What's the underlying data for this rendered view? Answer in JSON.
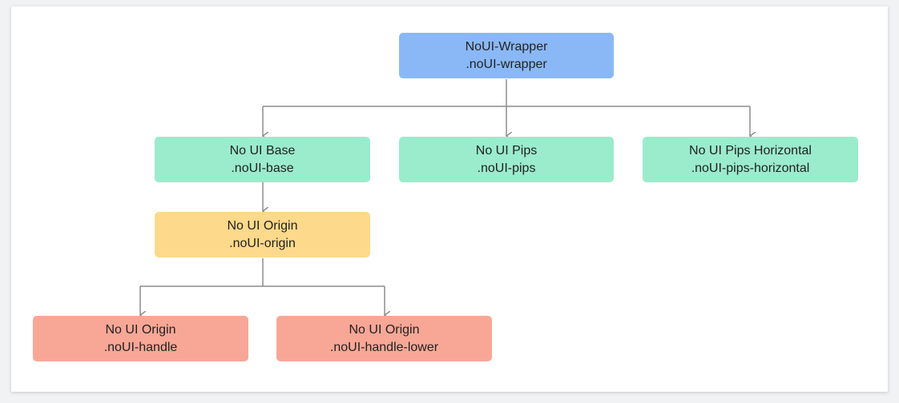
{
  "colors": {
    "root": "#8ab8f6",
    "level1": "#9aeccc",
    "origin": "#fdd98b",
    "handles": "#f8a796",
    "connector": "#8c8c8c"
  },
  "nodes": {
    "wrapper": {
      "title": "NoUI-Wrapper",
      "class": ".noUI-wrapper"
    },
    "base": {
      "title": "No UI Base",
      "class": ".noUI-base"
    },
    "pips": {
      "title": "No UI Pips",
      "class": ".noUI-pips"
    },
    "pips_h": {
      "title": "No UI Pips Horizontal",
      "class": ".noUI-pips-horizontal"
    },
    "origin": {
      "title": "No UI Origin",
      "class": ".noUI-origin"
    },
    "handle": {
      "title": "No UI Origin",
      "class": ".noUI-handle"
    },
    "handle_low": {
      "title": "No UI Origin",
      "class": ".noUI-handle-lower"
    }
  }
}
